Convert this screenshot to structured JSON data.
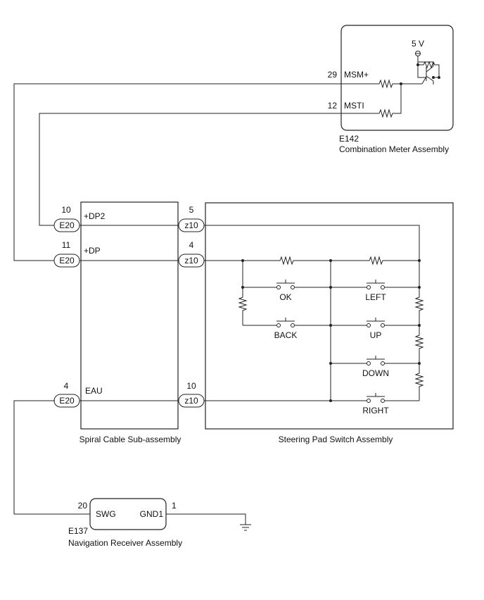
{
  "meter": {
    "code": "E142",
    "name": "Combination Meter Assembly",
    "voltage": "5 V",
    "pins": [
      {
        "num": "29",
        "label": "MSM+"
      },
      {
        "num": "12",
        "label": "MSTI"
      }
    ]
  },
  "spiral": {
    "name": "Spiral Cable Sub-assembly",
    "pins": [
      {
        "num": "10",
        "connector": "E20",
        "label": "+DP2"
      },
      {
        "num": "11",
        "connector": "E20",
        "label": "+DP"
      },
      {
        "num": "4",
        "connector": "E20",
        "label": "EAU"
      }
    ]
  },
  "steering": {
    "name": "Steering Pad Switch Assembly",
    "pins": [
      {
        "num": "5",
        "connector": "z10"
      },
      {
        "num": "4",
        "connector": "z10"
      },
      {
        "num": "10",
        "connector": "z10"
      }
    ],
    "switches": [
      "OK",
      "LEFT",
      "BACK",
      "UP",
      "DOWN",
      "RIGHT"
    ]
  },
  "nav": {
    "code": "E137",
    "name": "Navigation Receiver Assembly",
    "pins": [
      {
        "num": "20",
        "label": "SWG"
      },
      {
        "num": "1",
        "label": "GND1"
      }
    ]
  }
}
